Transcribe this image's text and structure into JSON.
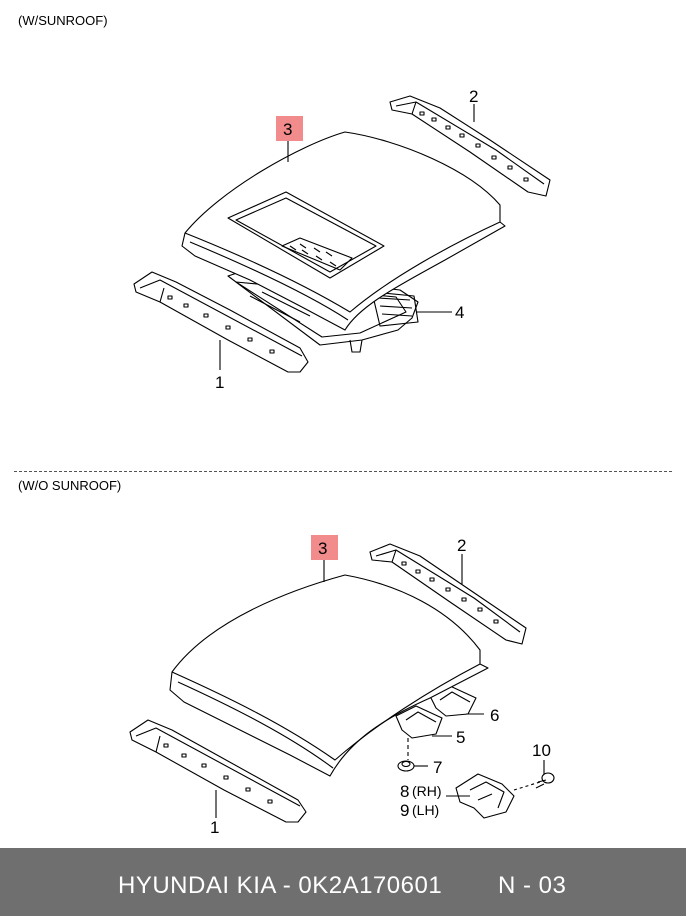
{
  "sections": [
    {
      "label": "(W/SUNROOF)"
    },
    {
      "label": "(W/O SUNROOF)"
    }
  ],
  "callouts_top": {
    "c3": "3",
    "c2": "2",
    "c4": "4",
    "c1": "1"
  },
  "callouts_bottom": {
    "c3": "3",
    "c2": "2",
    "c6": "6",
    "c5": "5",
    "c7": "7",
    "c8": "8",
    "c8_side": "(RH)",
    "c9": "9",
    "c9_side": "(LH)",
    "c10": "10",
    "c1": "1"
  },
  "highlight_color": "#f28b8b",
  "footer": {
    "brand": "HYUNDAI  KIA - 0K2A170601",
    "page": "N - 03"
  }
}
